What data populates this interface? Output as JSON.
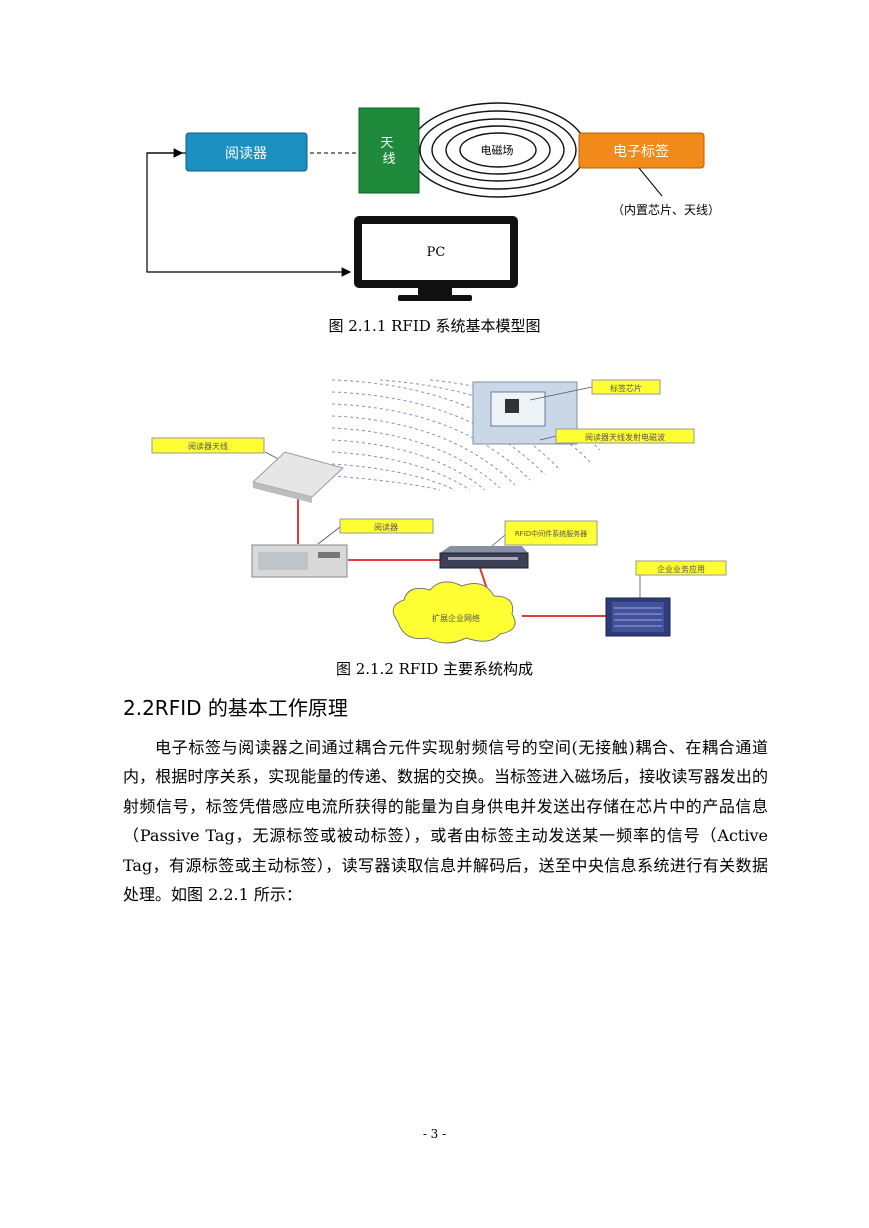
{
  "figure1": {
    "reader_label": "阅读器",
    "antenna_label": "天\n线",
    "field_label": "电磁场",
    "tag_label": "电子标签",
    "tag_note": "（内置芯片、天线）",
    "pc_label": "PC",
    "caption": "图 2.1.1 RFID  系统基本模型图",
    "colors": {
      "reader": "#1b8fc0",
      "antenna": "#1f8a3b",
      "tag": "#f28a1a"
    }
  },
  "figure2": {
    "label_chip": "标签芯片",
    "label_waves": "阅读器天线发射电磁波",
    "label_reader_antenna": "阅读器天线",
    "label_reader": "阅读器",
    "label_middleware": "RFID中间件系统服务器",
    "label_network": "扩展企业网络",
    "label_enterprise": "企业业务应用",
    "caption": "图 2.1.2 RFID 主要系统构成",
    "colors": {
      "callout": "#ffff33",
      "link": "#e23a3a"
    }
  },
  "section": {
    "title": "2.2RFID 的基本工作原理",
    "paragraph": "电子标签与阅读器之间通过耦合元件实现射频信号的空间(无接触)耦合、在耦合通道内，根据时序关系，实现能量的传递、数据的交换。当标签进入磁场后，接收读写器发出的射频信号，标签凭借感应电流所获得的能量为自身供电并发送出存储在芯片中的产品信息（Passive Tag，无源标签或被动标签），或者由标签主动发送某一频率的信号（Active Tag，有源标签或主动标签），读写器读取信息并解码后，送至中央信息系统进行有关数据处理。如图 2.2.1 所示："
  },
  "page_number": "- 3 -"
}
